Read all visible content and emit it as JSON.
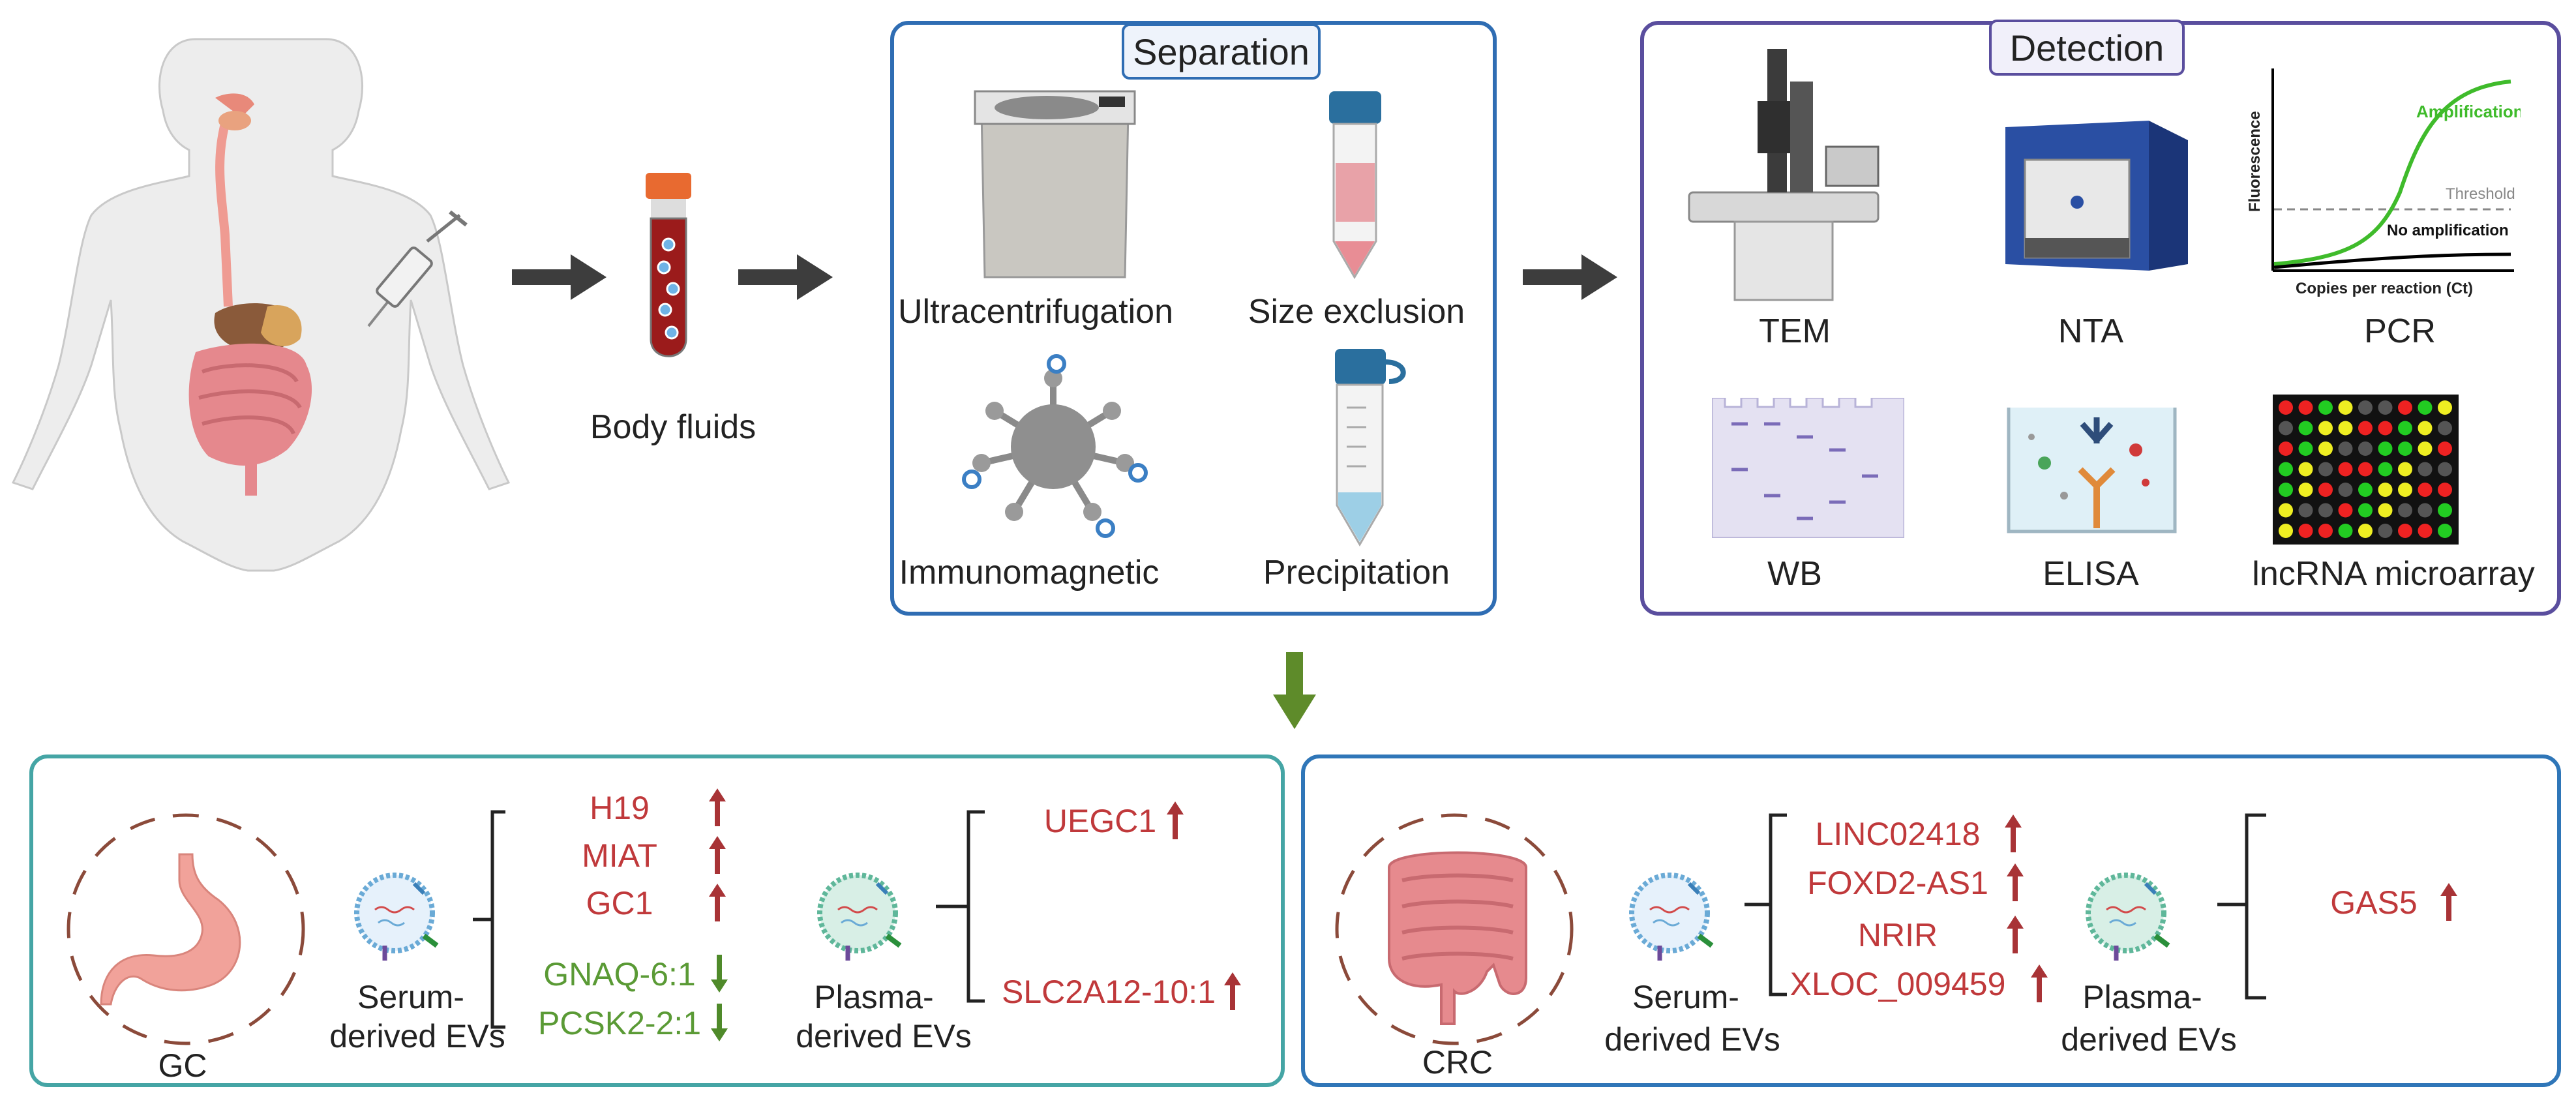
{
  "input": {
    "body_fluids_label": "Body fluids"
  },
  "separation": {
    "title": "Separation",
    "methods": [
      "Ultracentrifugation",
      "Size exclusion",
      "Immunomagnetic",
      "Precipitation"
    ]
  },
  "detection": {
    "title": "Detection",
    "methods": [
      "TEM",
      "NTA",
      "PCR",
      "WB",
      "ELISA",
      "lncRNA microarray"
    ],
    "pcr_plot": {
      "ylabel": "Fluorescence",
      "xlabel": "Copies per reaction (Ct)",
      "curve_labels": [
        "Amplification",
        "Threshold",
        "No amplification"
      ]
    }
  },
  "gc_panel": {
    "organ_label": "GC",
    "serum_label": [
      "Serum-",
      "derived EVs"
    ],
    "plasma_label": [
      "Plasma-",
      "derived EVs"
    ],
    "serum_up": [
      "H19",
      "MIAT",
      "GC1"
    ],
    "serum_down": [
      "GNAQ-6:1",
      "PCSK2-2:1"
    ],
    "plasma_up": [
      "UEGC1",
      "SLC2A12-10:1"
    ]
  },
  "crc_panel": {
    "organ_label": "CRC",
    "serum_label": [
      "Serum-",
      "derived EVs"
    ],
    "plasma_label": [
      "Plasma-",
      "derived EVs"
    ],
    "serum_up": [
      "LINC02418",
      "FOXD2-AS1",
      "NRIR",
      "XLOC_009459"
    ],
    "plasma_up": [
      "GAS5"
    ]
  },
  "colors": {
    "up": "#c0393b",
    "down": "#5a9a35",
    "gc_border": "#45a5a5",
    "crc_border": "#2f76b8",
    "separation_border": "#2f6db3",
    "detection_border": "#5a4e9e"
  },
  "icons": [
    "human-body-icon",
    "syringe-icon",
    "blood-tube-icon",
    "centrifuge-icon",
    "column-tube-icon",
    "magnetic-bead-icon",
    "precipitation-tube-icon",
    "microscope-icon",
    "nta-instrument-icon",
    "western-blot-icon",
    "elisa-well-icon",
    "microarray-icon",
    "stomach-icon",
    "colon-icon",
    "vesicle-icon",
    "up-arrow-icon",
    "down-arrow-icon"
  ]
}
